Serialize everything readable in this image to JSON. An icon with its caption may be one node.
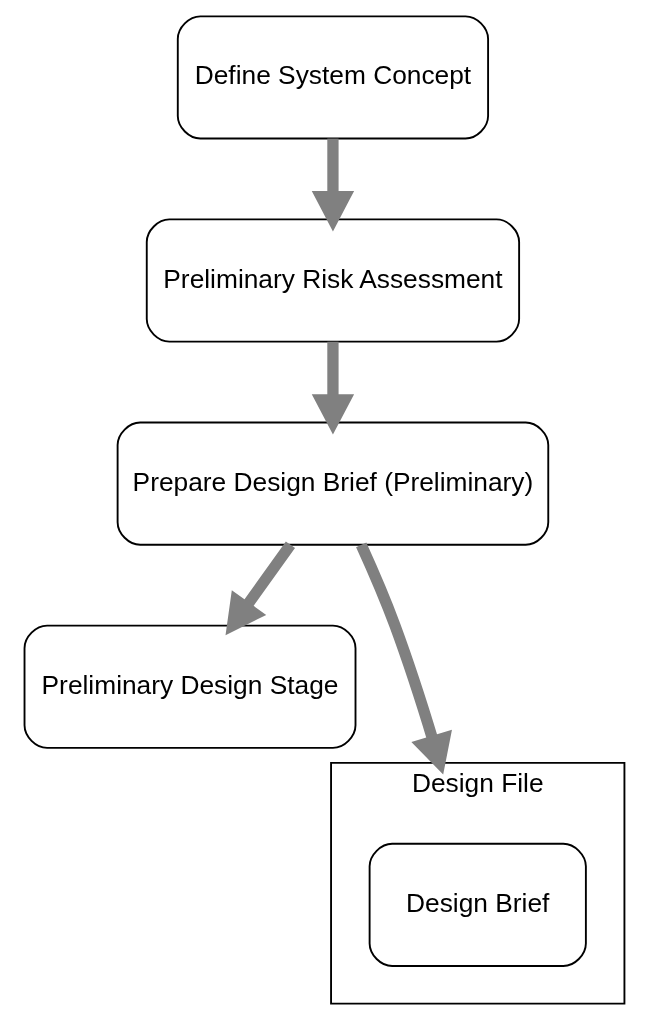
{
  "diagram": {
    "nodes": [
      {
        "text": [
          "Define System Concept"
        ]
      },
      {
        "text": [
          "Preliminary Risk Assessment"
        ]
      },
      {
        "text": [
          "Prepare Design Brief (Preliminary)"
        ]
      },
      {
        "text": [
          "Design File"
        ]
      },
      {
        "text": [
          "Design Brief"
        ],
        "in": 3
      },
      {
        "text": [
          "Preliminary Design Stage"
        ]
      }
    ],
    "edges": [
      {
        "from": 0,
        "to": 1,
        "arrow": "to"
      },
      {
        "from": 1,
        "to": 2,
        "arrow": "to"
      },
      {
        "from": 2,
        "to": 3,
        "arrow": "to"
      },
      {
        "from": 2,
        "to": 5,
        "arrow": "to"
      }
    ]
  }
}
